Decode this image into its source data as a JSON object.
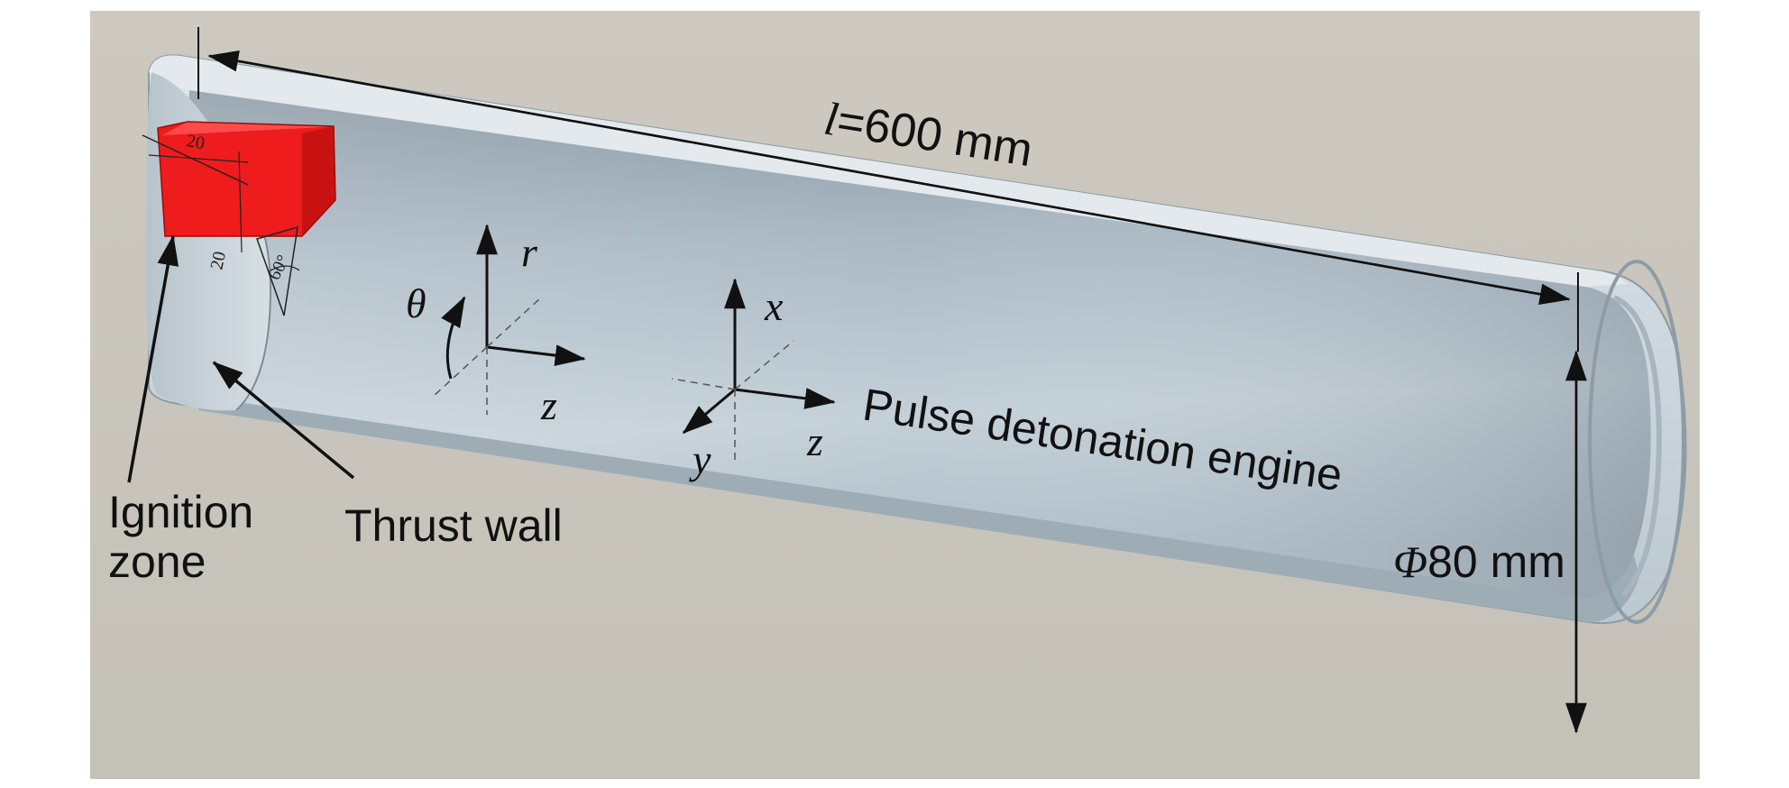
{
  "labels": {
    "length_symbol": "l",
    "length_value": "=600 mm",
    "diameter_symbol": "Φ",
    "diameter_value": "80 mm",
    "engine": "Pulse detonation engine",
    "ignition_line1": "Ignition",
    "ignition_line2": "zone",
    "thrust_wall": "Thrust wall",
    "ignition_dim_top": "20",
    "ignition_dim_side": "20",
    "ignition_angle": "60°"
  },
  "axes": {
    "cylindrical": {
      "r": "r",
      "theta": "θ",
      "z": "z"
    },
    "cartesian": {
      "x": "x",
      "y": "y",
      "z": "z"
    }
  },
  "colors": {
    "background": "#c9c6bd",
    "tube_light": "#d3dce2",
    "tube_mid": "#b3c1cb",
    "tube_dark": "#8897a2",
    "ignition_red": "#ee1c1c",
    "ink": "#111111"
  }
}
